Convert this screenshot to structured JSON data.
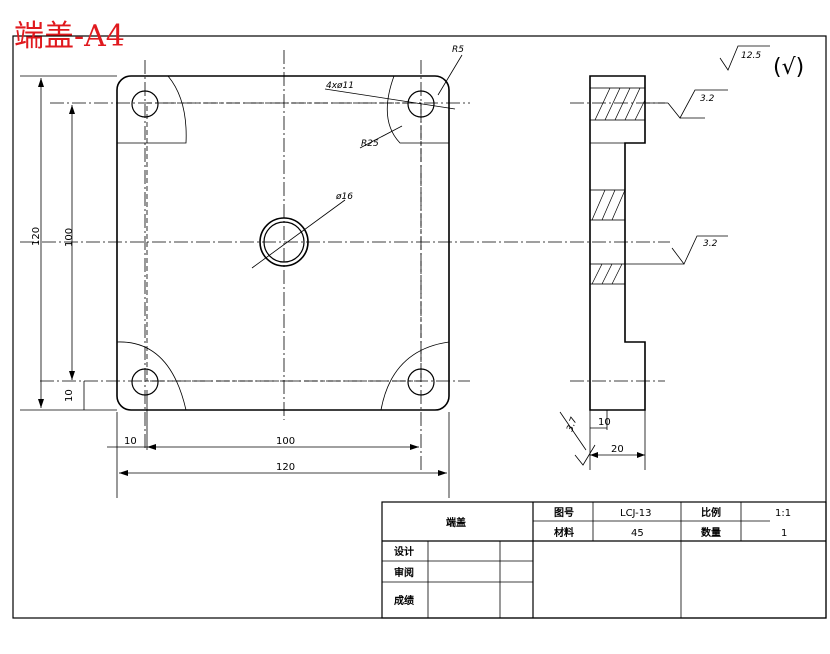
{
  "stamp": {
    "text": "端盖-A4",
    "color": "#e0191e"
  },
  "dimensions": {
    "holes": "4xø11",
    "r5": "R5",
    "r25": "R25",
    "center_hole": "ø16",
    "height_outer": "120",
    "height_inner": "100",
    "offset_left": "10",
    "offset_bottom": "10",
    "width_inner": "100",
    "width_outer": "120",
    "side_step": "10",
    "side_width": "20",
    "side_rough": "3.7"
  },
  "roughness": {
    "general": "12.5",
    "general_mark": "(√)",
    "top_face": "3.2",
    "center_face": "3.2"
  },
  "title_block": {
    "part_name": "端盖",
    "drawing_no_label": "图号",
    "drawing_no": "LCJ-13",
    "scale_label": "比例",
    "scale": "1:1",
    "material_label": "材料",
    "material": "45",
    "quantity_label": "数量",
    "quantity": "1",
    "design_label": "设计",
    "review_label": "审阅",
    "grade_label": "成绩"
  }
}
